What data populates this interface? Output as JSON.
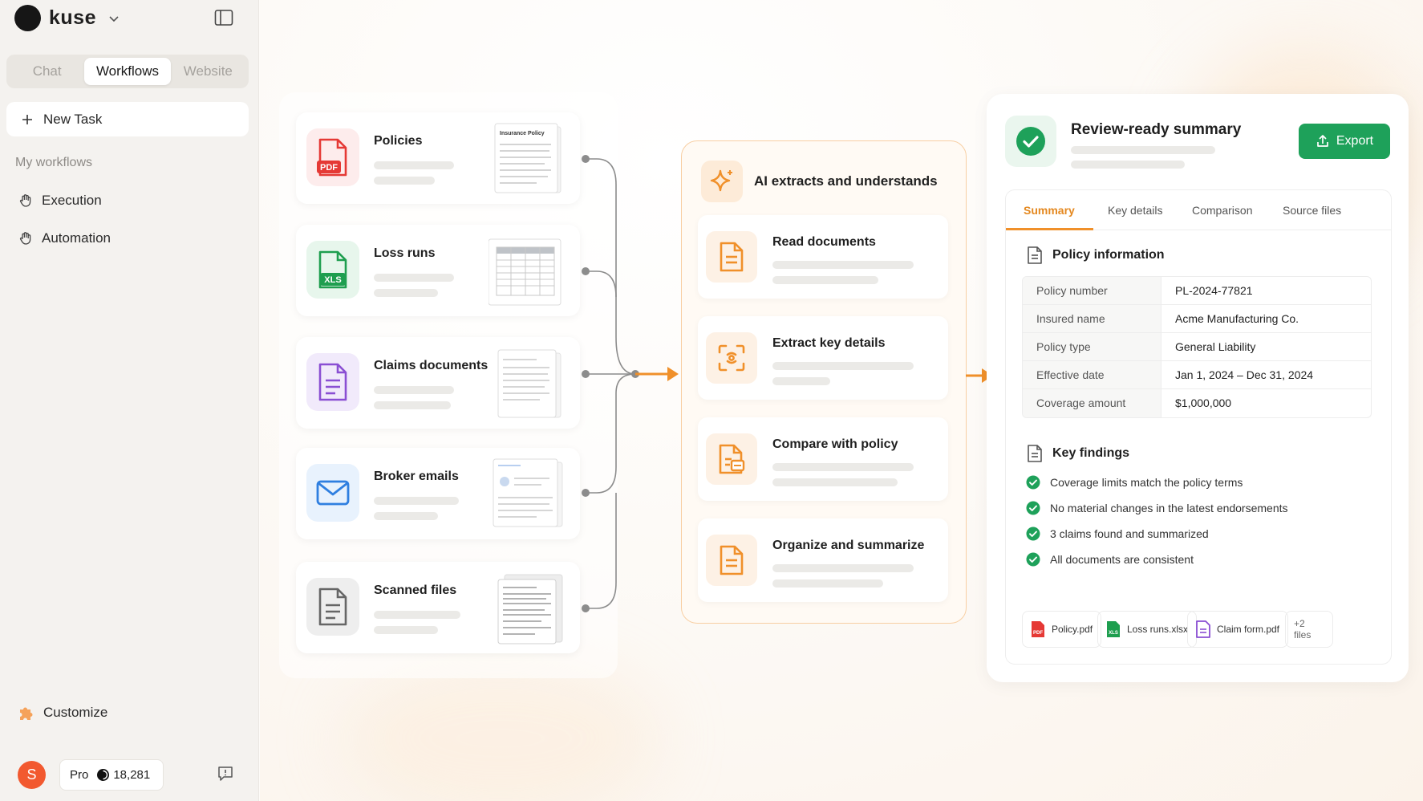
{
  "sidebar": {
    "brand": "kuse",
    "tabs": [
      "Chat",
      "Workflows",
      "Website"
    ],
    "active_tab": "Workflows",
    "new_task": "New Task",
    "section_label": "My workflows",
    "items": [
      {
        "label": "Execution",
        "icon": "hand-icon"
      },
      {
        "label": "Automation",
        "icon": "hand-icon"
      }
    ],
    "customize": "Customize",
    "user_initial": "S",
    "plan": "Pro",
    "credits": "18,281"
  },
  "sources": [
    {
      "title": "Policies",
      "icon": "pdf-icon",
      "badge": "PDF",
      "color": "#e53935",
      "thumb_title": "Insurance Policy"
    },
    {
      "title": "Loss runs",
      "icon": "xls-icon",
      "badge": "XLS",
      "color": "#1e9e4f"
    },
    {
      "title": "Claims documents",
      "icon": "document-icon",
      "color": "#8a4fd3"
    },
    {
      "title": "Broker emails",
      "icon": "mail-icon",
      "color": "#2f7fe0"
    },
    {
      "title": "Scanned files",
      "icon": "scanned-document-icon",
      "color": "#6b6b6b"
    }
  ],
  "ai": {
    "title": "AI extracts and understands",
    "steps": [
      {
        "title": "Read documents",
        "icon": "document-icon"
      },
      {
        "title": "Extract key details",
        "icon": "scan-icon"
      },
      {
        "title": "Compare with policy",
        "icon": "compare-document-icon"
      },
      {
        "title": "Organize and summarize",
        "icon": "summary-document-icon"
      }
    ]
  },
  "summary": {
    "title": "Review-ready summary",
    "export": "Export",
    "tabs": [
      "Summary",
      "Key details",
      "Comparison",
      "Source files"
    ],
    "active_tab": "Summary",
    "policy_section": "Policy information",
    "policy_rows": [
      {
        "key": "Policy number",
        "value": "PL-2024-77821"
      },
      {
        "key": "Insured name",
        "value": "Acme Manufacturing Co."
      },
      {
        "key": "Policy type",
        "value": "General Liability"
      },
      {
        "key": "Effective date",
        "value": "Jan 1, 2024 – Dec 31, 2024"
      },
      {
        "key": "Coverage amount",
        "value": "$1,000,000"
      }
    ],
    "findings_section": "Key findings",
    "findings": [
      "Coverage limits match the policy terms",
      "No material changes in the latest endorsements",
      "3 claims found and summarized",
      "All documents are consistent"
    ],
    "files": [
      {
        "name": "Policy.pdf",
        "badge": "PDF",
        "color": "#e53935"
      },
      {
        "name": "Loss runs.xlsx",
        "badge": "XLS",
        "color": "#1e9e4f"
      },
      {
        "name": "Claim form.pdf",
        "color": "#8a4fd3"
      }
    ],
    "more_files": "+2 files"
  },
  "colors": {
    "accent_orange": "#f0902a",
    "green": "#1ea15a",
    "connector": "#8c8c8c"
  }
}
